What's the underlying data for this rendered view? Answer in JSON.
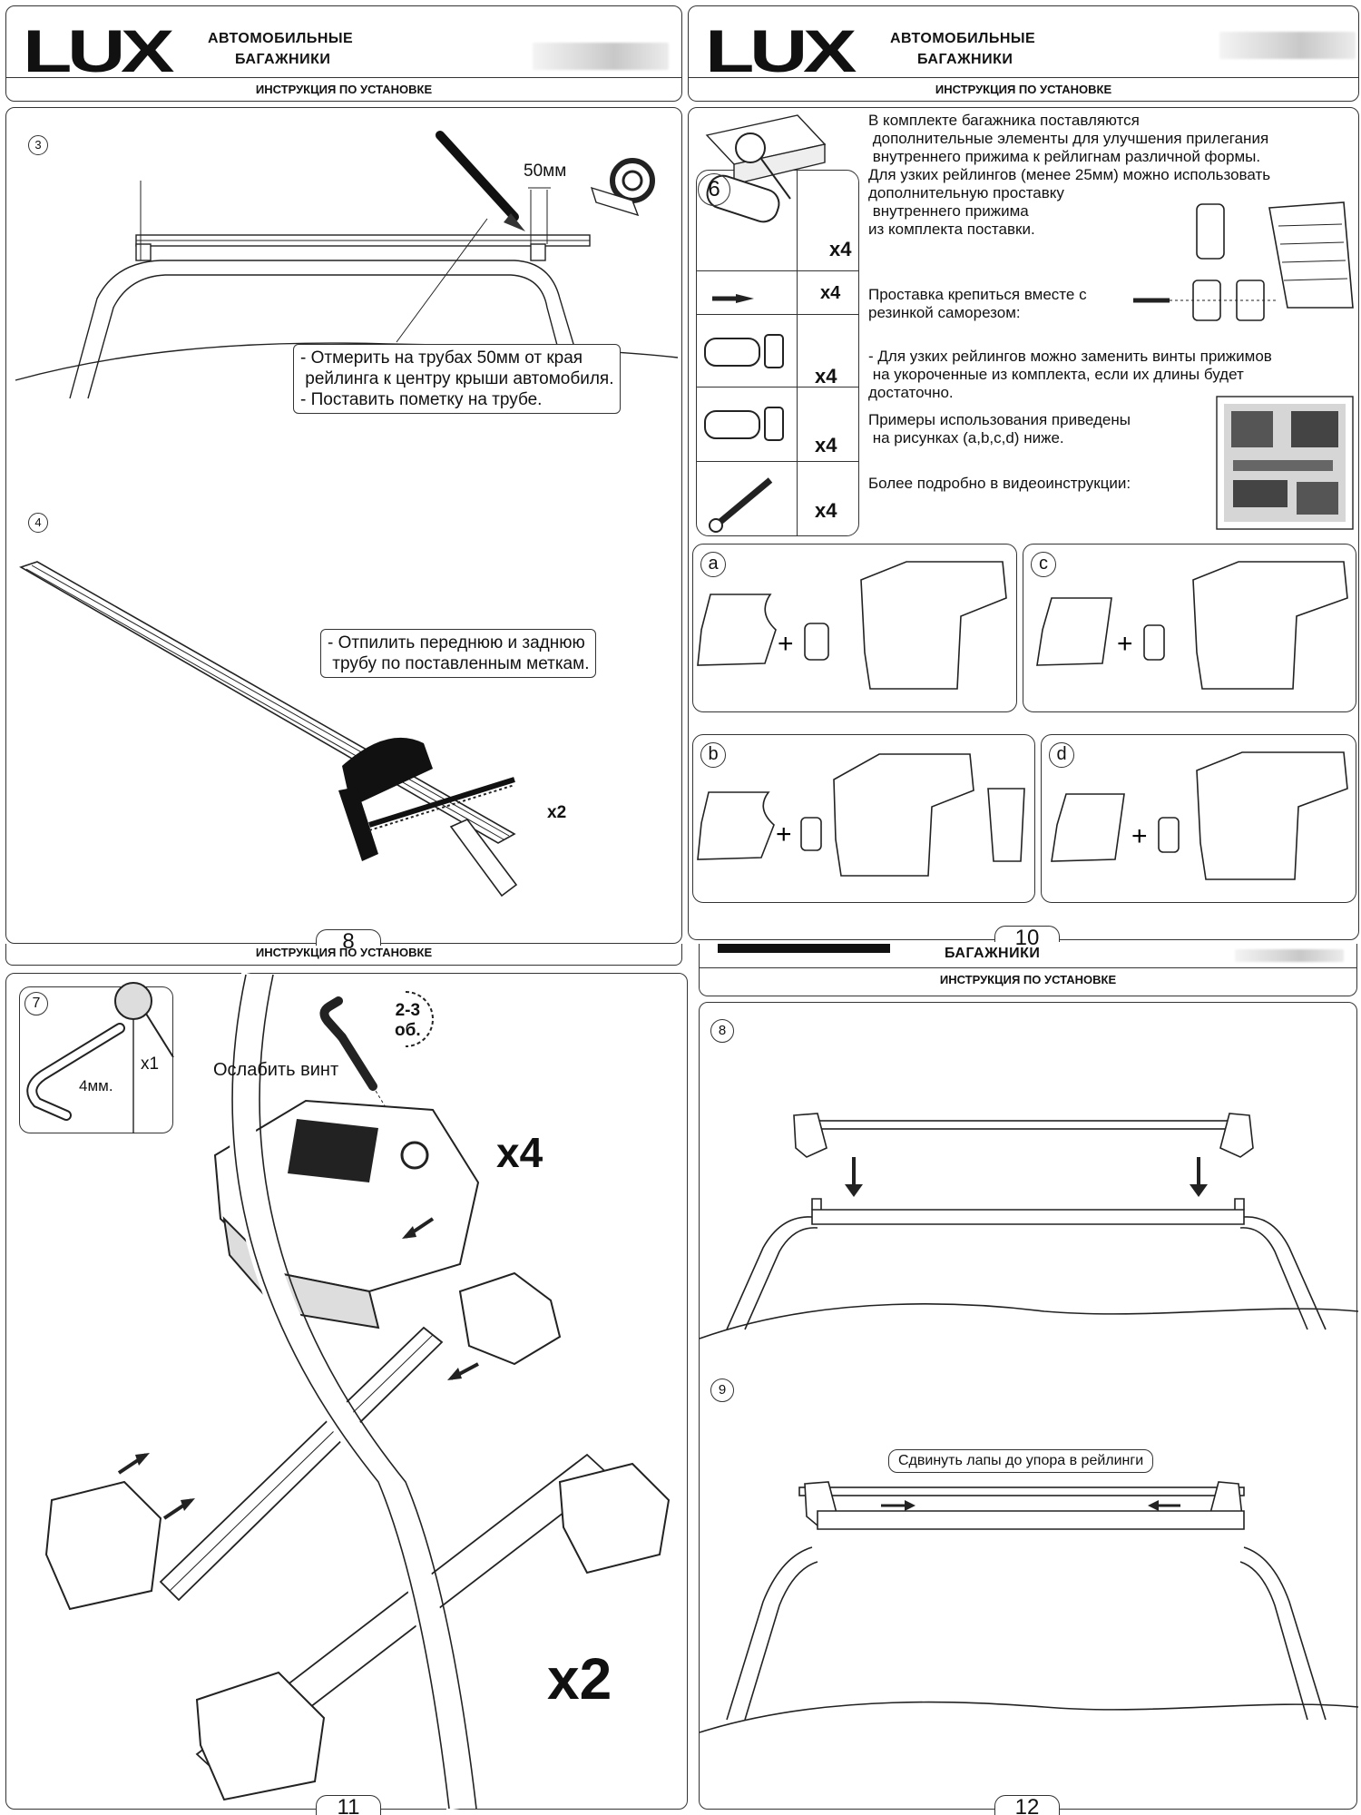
{
  "brand": {
    "logo": "LUX",
    "line1": "АВТОМОБИЛЬНЫЕ",
    "line2": "БАГАЖНИКИ"
  },
  "subtitle": "ИНСТРУКЦИЯ ПО УСТАНОВКЕ",
  "page8": {
    "number": "8",
    "step3": {
      "num": "3",
      "dim": "50мм",
      "note": "- Отмерить на трубах 50мм от края\n рейлинга к центру крыши автомобиля.\n- Поставить пометку на трубе."
    },
    "step4": {
      "num": "4",
      "note": "- Отпилить переднюю и заднюю\n трубу по поставленным меткам.",
      "count": "x2"
    }
  },
  "page10": {
    "number": "10",
    "step6": {
      "num": "6",
      "counts": [
        "x4",
        "x4",
        "x4",
        "x4",
        "x4"
      ]
    },
    "p1": "В комплекте багажника поставляются\n дополнительные элементы для улучшения прилегания\n внутреннего прижима к рейлигнам различной формы.\nДля узких рейлингов (менее 25мм) можно использовать\nдополнительную проставку\n внутреннего прижима\nиз комплекта поставки.",
    "p2": "Проставка крепиться вместе с\nрезинкой саморезом:",
    "p3": "- Для узких рейлингов можно заменить винты прижимов\n на укороченные из комплекта, если их длины будет\nдостаточно.",
    "p4": "Примеры использования приведены\n на рисунках (a,b,c,d) ниже.",
    "p5": "Более подробно в видеоинструкции:",
    "variants": [
      "a",
      "c",
      "b",
      "d"
    ]
  },
  "page11": {
    "number": "11",
    "step7": {
      "num": "7",
      "tool": "4мм.",
      "tool_count": "x1"
    },
    "turns": "2-3\nоб.",
    "loosen": "Ослабить винт",
    "count_feet": "x4",
    "count_sets": "x2"
  },
  "page12": {
    "number": "12",
    "step8": {
      "num": "8"
    },
    "step9": {
      "num": "9",
      "note": "Сдвинуть лапы до упора в рейлинги"
    }
  }
}
